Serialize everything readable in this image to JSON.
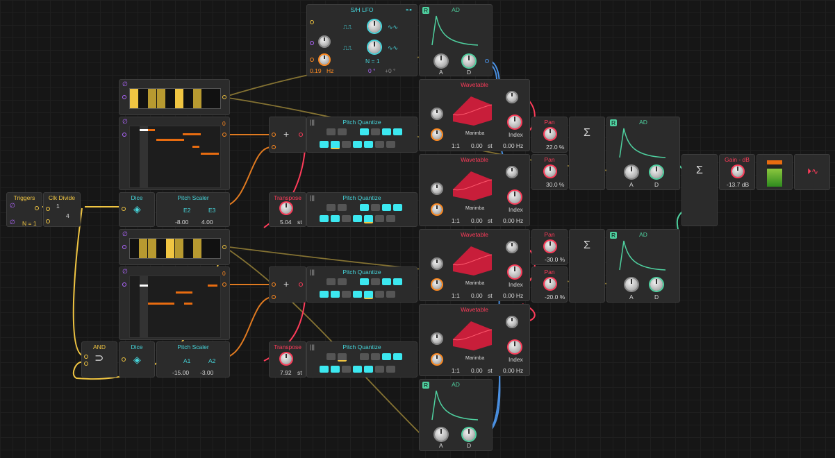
{
  "modules": {
    "triggers": {
      "title": "Triggers",
      "count": "N = 1"
    },
    "clk_divide": {
      "title": "Clk Divide",
      "num": "1",
      "den": "4"
    },
    "dice1": {
      "title": "Dice"
    },
    "dice2": {
      "title": "Dice"
    },
    "pitch_scaler1": {
      "title": "Pitch Scaler",
      "low": "E2",
      "high": "E3",
      "low_val": "-8.00",
      "high_val": "4.00"
    },
    "pitch_scaler2": {
      "title": "Pitch Scaler",
      "low": "A1",
      "high": "A2",
      "low_val": "-15.00",
      "high_val": "-3.00"
    },
    "and": {
      "title": "AND"
    },
    "transpose1": {
      "title": "Transpose",
      "value": "5.04",
      "unit": "st"
    },
    "transpose2": {
      "title": "Transpose",
      "value": "7.92",
      "unit": "st"
    },
    "add1": {
      "symbol": "+"
    },
    "add2": {
      "symbol": "+"
    },
    "pq1": {
      "title": "Pitch Quantize"
    },
    "pq2": {
      "title": "Pitch Quantize"
    },
    "pq3": {
      "title": "Pitch Quantize"
    },
    "pq4": {
      "title": "Pitch Quantize"
    },
    "sh_lfo": {
      "title": "S/H LFO",
      "rate": "0.19",
      "rate_unit": "Hz",
      "phase": "0 °",
      "offset": "+0 °",
      "count": "N = 1"
    },
    "ad_top": {
      "title": "AD",
      "a_label": "A",
      "d_label": "D",
      "badge": "R"
    },
    "ad_bottom": {
      "title": "AD",
      "a_label": "A",
      "d_label": "D",
      "badge": "R"
    },
    "ad_mid1": {
      "title": "AD",
      "a_label": "A",
      "d_label": "D",
      "badge": "R"
    },
    "ad_mid2": {
      "title": "AD",
      "a_label": "A",
      "d_label": "D",
      "badge": "R"
    },
    "wavetables": [
      {
        "title": "Wavetable",
        "preset": "Marimba",
        "ratio": "1:1",
        "fine": "0.00",
        "fine_unit": "st",
        "freq": "0.00 Hz",
        "index_label": "Index"
      },
      {
        "title": "Wavetable",
        "preset": "Marimba",
        "ratio": "1:1",
        "fine": "0.00",
        "fine_unit": "st",
        "freq": "0.00 Hz",
        "index_label": "Index"
      },
      {
        "title": "Wavetable",
        "preset": "Marimba",
        "ratio": "1:1",
        "fine": "0.00",
        "fine_unit": "st",
        "freq": "0.00 Hz",
        "index_label": "Index"
      },
      {
        "title": "Wavetable",
        "preset": "Marimba",
        "ratio": "1:1",
        "fine": "0.00",
        "fine_unit": "st",
        "freq": "0.00 Hz",
        "index_label": "Index"
      }
    ],
    "pans": [
      {
        "title": "Pan",
        "value": "22.0 %"
      },
      {
        "title": "Pan",
        "value": "30.0 %"
      },
      {
        "title": "Pan",
        "value": "-30.0 %"
      },
      {
        "title": "Pan",
        "value": "-20.0 %"
      }
    ],
    "sum": {
      "symbol": "Σ"
    },
    "gain": {
      "title": "Gain - dB",
      "value": "-13.7 dB"
    },
    "seq1": {
      "zero": "0"
    },
    "seq2": {
      "zero": "0"
    }
  },
  "colors": {
    "yellow": "#f0c542",
    "cyan": "#46d6dc",
    "red": "#ff3c5a",
    "orange": "#ff8a20",
    "green": "#4fd1a0",
    "blue": "#4a90e2"
  }
}
